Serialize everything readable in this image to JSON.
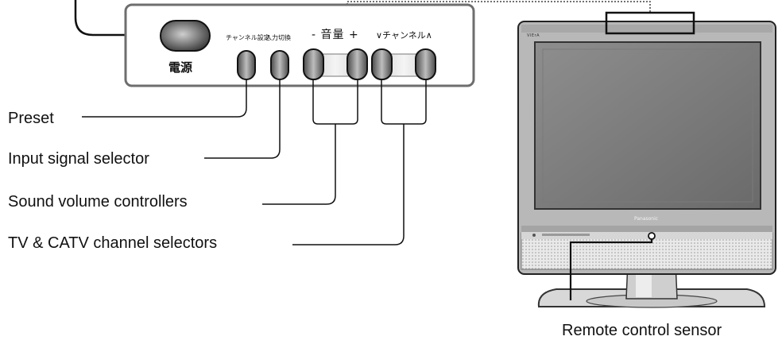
{
  "panel": {
    "power_label": "電源",
    "preset_jp": "チャンネル設定",
    "input_jp": "入力切換",
    "volume_jp": "- 音量 +",
    "channel_jp": "∨チャンネル∧"
  },
  "callouts": {
    "preset": "Preset",
    "input": "Input signal selector",
    "volume": "Sound volume controllers",
    "channel": "TV & CATV channel selectors",
    "sensor": "Remote control sensor"
  },
  "tv": {
    "brand": "Panasonic",
    "logo": "VIErA"
  }
}
